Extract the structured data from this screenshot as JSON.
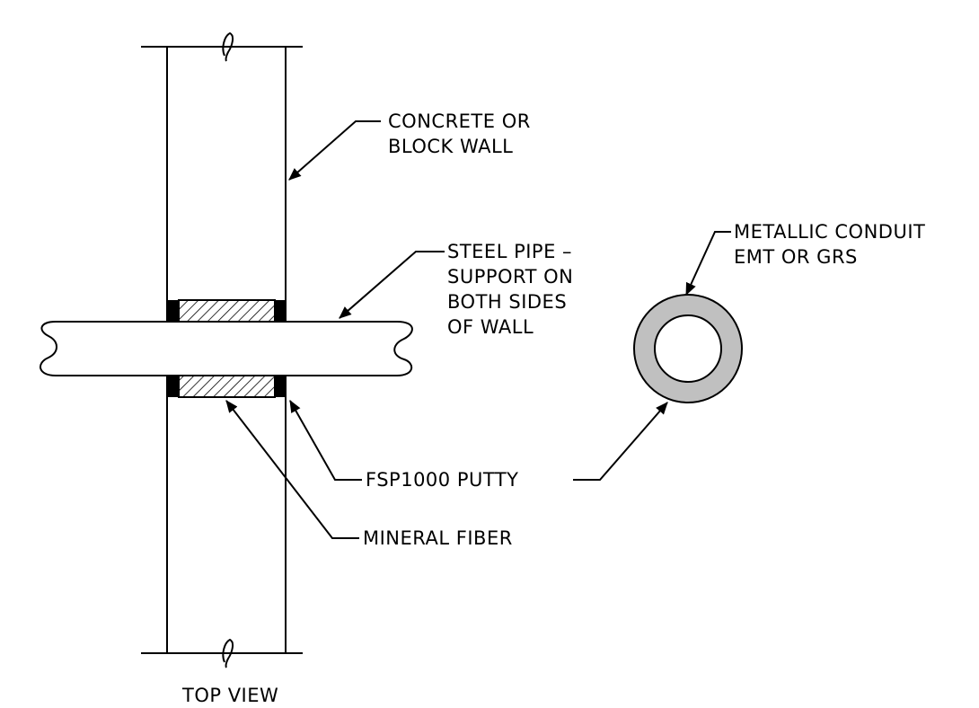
{
  "labels": {
    "concrete_wall": [
      "CONCRETE OR",
      "BLOCK WALL"
    ],
    "steel_pipe": [
      "STEEL PIPE –",
      "SUPPORT ON",
      "BOTH SIDES",
      "OF WALL"
    ],
    "metallic_conduit": [
      "METALLIC CONDUIT",
      "EMT OR GRS"
    ],
    "putty": "FSP1000 PUTTY",
    "mineral_fiber": "MINERAL FIBER",
    "view_title": "TOP VIEW"
  },
  "colors": {
    "line": "#000000",
    "putty_fill": "#000000",
    "conduit_fill": "#c0c0c0",
    "background": "#ffffff"
  }
}
